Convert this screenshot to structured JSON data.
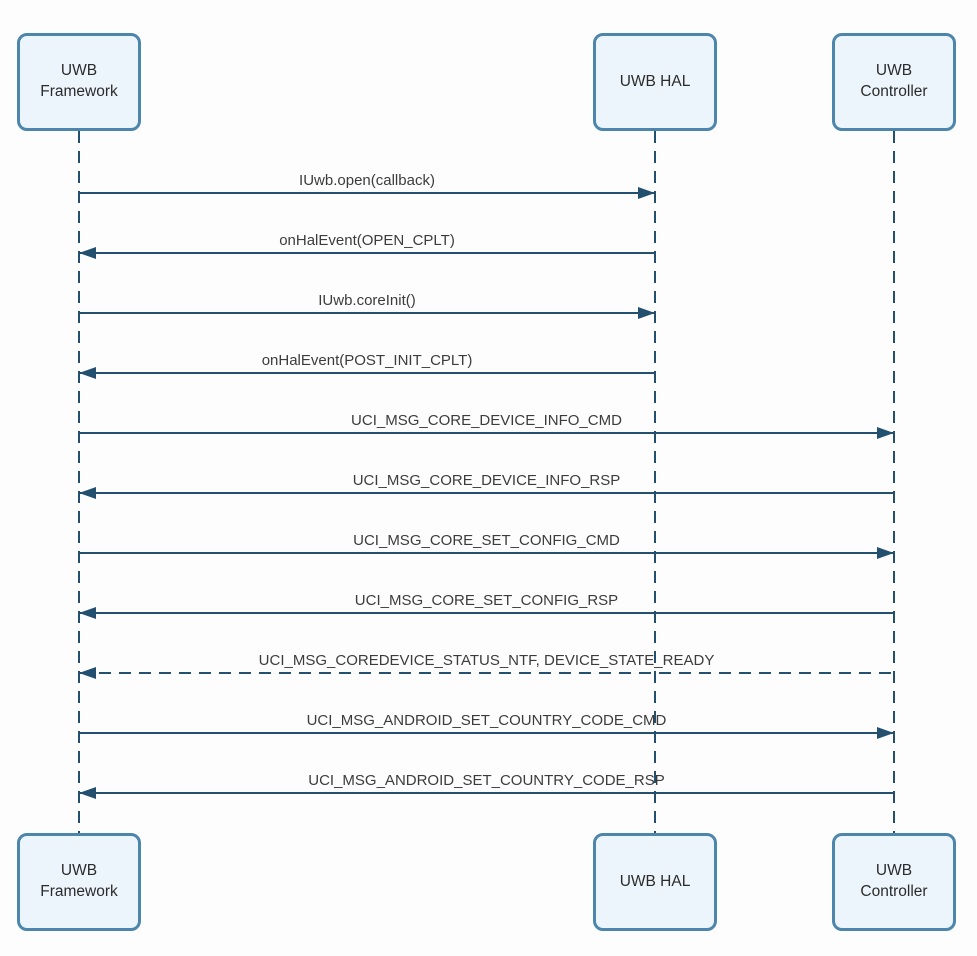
{
  "diagram_type": "uml-sequence-diagram",
  "colors": {
    "background": "#fdfdfd",
    "box_fill": "#ecf5fb",
    "box_border": "#4d86ac",
    "box_text": "#2b2b2b",
    "line": "#24506f",
    "label_text": "#3c3c3c"
  },
  "actors": [
    {
      "id": "uwb-framework",
      "label": "UWB Framework"
    },
    {
      "id": "uwb-hal",
      "label": "UWB HAL"
    },
    {
      "id": "uwb-controller",
      "label": "UWB Controller"
    }
  ],
  "messages": [
    {
      "label": "IUwb.open(callback)",
      "from": "uwb-framework",
      "to": "uwb-hal",
      "line": "solid"
    },
    {
      "label": "onHalEvent(OPEN_CPLT)",
      "from": "uwb-hal",
      "to": "uwb-framework",
      "line": "solid"
    },
    {
      "label": "IUwb.coreInit()",
      "from": "uwb-framework",
      "to": "uwb-hal",
      "line": "solid"
    },
    {
      "label": "onHalEvent(POST_INIT_CPLT)",
      "from": "uwb-hal",
      "to": "uwb-framework",
      "line": "solid"
    },
    {
      "label": "UCI_MSG_CORE_DEVICE_INFO_CMD",
      "from": "uwb-framework",
      "to": "uwb-controller",
      "line": "solid"
    },
    {
      "label": "UCI_MSG_CORE_DEVICE_INFO_RSP",
      "from": "uwb-controller",
      "to": "uwb-framework",
      "line": "solid"
    },
    {
      "label": "UCI_MSG_CORE_SET_CONFIG_CMD",
      "from": "uwb-framework",
      "to": "uwb-controller",
      "line": "solid"
    },
    {
      "label": "UCI_MSG_CORE_SET_CONFIG_RSP",
      "from": "uwb-controller",
      "to": "uwb-framework",
      "line": "solid"
    },
    {
      "label": "UCI_MSG_COREDEVICE_STATUS_NTF, DEVICE_STATE_READY",
      "from": "uwb-controller",
      "to": "uwb-framework",
      "line": "dashed"
    },
    {
      "label": "UCI_MSG_ANDROID_SET_COUNTRY_CODE_CMD",
      "from": "uwb-framework",
      "to": "uwb-controller",
      "line": "solid"
    },
    {
      "label": "UCI_MSG_ANDROID_SET_COUNTRY_CODE_RSP",
      "from": "uwb-controller",
      "to": "uwb-framework",
      "line": "solid"
    }
  ]
}
